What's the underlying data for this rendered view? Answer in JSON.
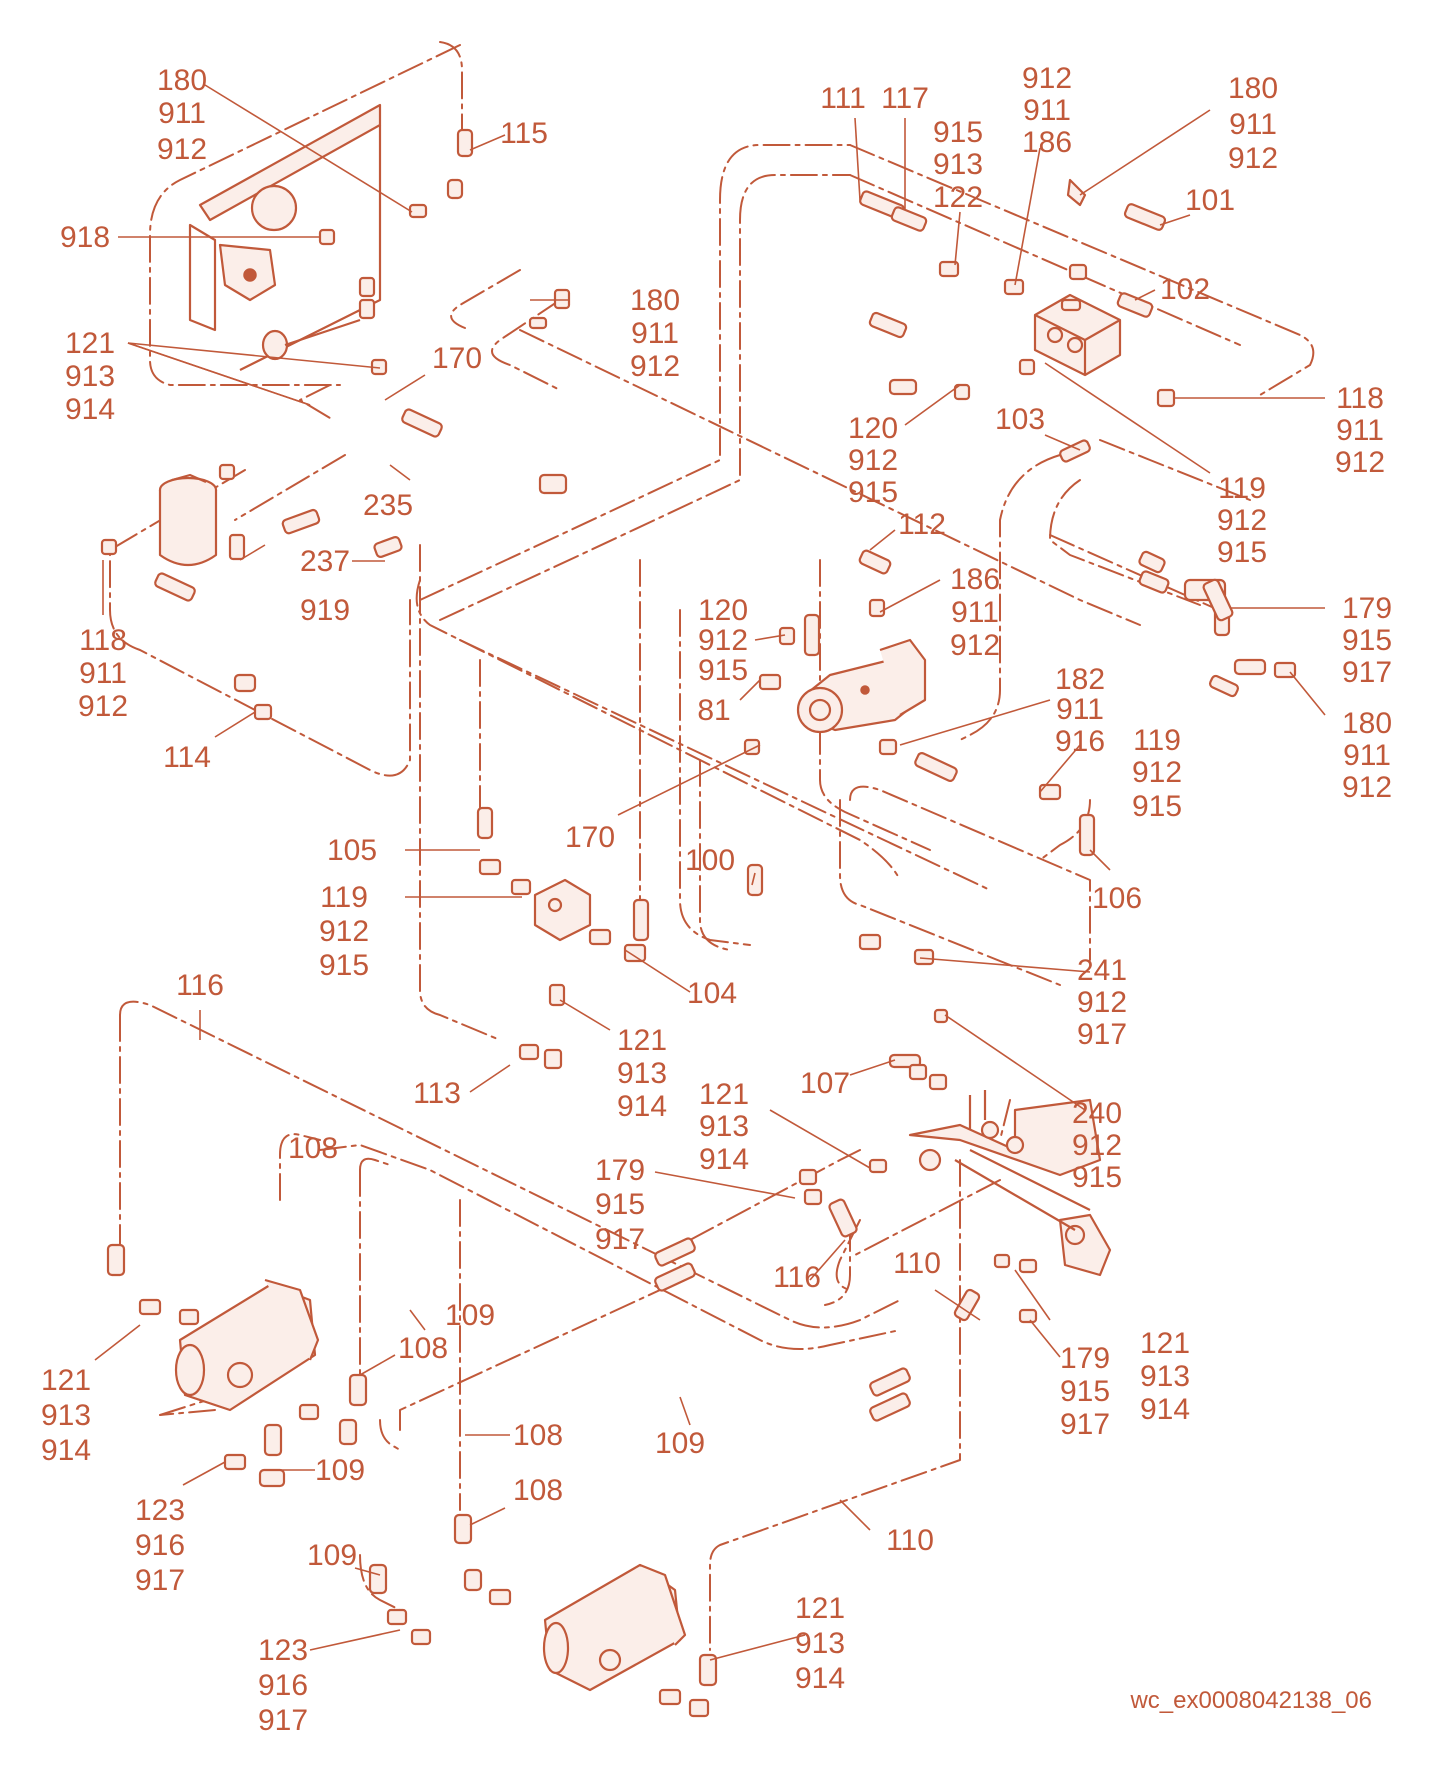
{
  "diagram": {
    "line_color": "#c1593a",
    "background": "#ffffff",
    "caption": "wc_ex0008042138_06",
    "callouts": [
      {
        "id": "c01",
        "lines": [
          "180",
          "911",
          "912"
        ]
      },
      {
        "id": "c02",
        "lines": [
          "115"
        ]
      },
      {
        "id": "c03",
        "lines": [
          "918"
        ]
      },
      {
        "id": "c04",
        "lines": [
          "180",
          "911",
          "912"
        ]
      },
      {
        "id": "c05",
        "lines": [
          "121",
          "913",
          "914"
        ]
      },
      {
        "id": "c06",
        "lines": [
          "170"
        ]
      },
      {
        "id": "c07",
        "lines": [
          "235"
        ]
      },
      {
        "id": "c08",
        "lines": [
          "237"
        ]
      },
      {
        "id": "c09",
        "lines": [
          "919"
        ]
      },
      {
        "id": "c10",
        "lines": [
          "118",
          "911",
          "912"
        ]
      },
      {
        "id": "c11",
        "lines": [
          "114"
        ]
      },
      {
        "id": "c12",
        "lines": [
          "111"
        ]
      },
      {
        "id": "c13",
        "lines": [
          "117"
        ]
      },
      {
        "id": "c14",
        "lines": [
          "915",
          "913",
          "122"
        ]
      },
      {
        "id": "c15",
        "lines": [
          "912",
          "911",
          "186"
        ]
      },
      {
        "id": "c16",
        "lines": [
          "180",
          "911",
          "912"
        ]
      },
      {
        "id": "c17",
        "lines": [
          "101"
        ]
      },
      {
        "id": "c18",
        "lines": [
          "102"
        ]
      },
      {
        "id": "c19",
        "lines": [
          "118",
          "911",
          "912"
        ]
      },
      {
        "id": "c20",
        "lines": [
          "103"
        ]
      },
      {
        "id": "c21",
        "lines": [
          "120",
          "912",
          "915"
        ]
      },
      {
        "id": "c22",
        "lines": [
          "119",
          "912",
          "915"
        ]
      },
      {
        "id": "c23",
        "lines": [
          "112"
        ]
      },
      {
        "id": "c24",
        "lines": [
          "186",
          "911",
          "912"
        ]
      },
      {
        "id": "c25",
        "lines": [
          "120",
          "912",
          "915"
        ]
      },
      {
        "id": "c26",
        "lines": [
          "81"
        ]
      },
      {
        "id": "c27",
        "lines": [
          "179",
          "915",
          "917"
        ]
      },
      {
        "id": "c28",
        "lines": [
          "180",
          "911",
          "912"
        ]
      },
      {
        "id": "c29",
        "lines": [
          "182",
          "911",
          "916"
        ]
      },
      {
        "id": "c30",
        "lines": [
          "119",
          "912",
          "915"
        ]
      },
      {
        "id": "c31",
        "lines": [
          "170"
        ]
      },
      {
        "id": "c32",
        "lines": [
          "100"
        ]
      },
      {
        "id": "c33",
        "lines": [
          "106"
        ]
      },
      {
        "id": "c34",
        "lines": [
          "105"
        ]
      },
      {
        "id": "c35",
        "lines": [
          "119",
          "912",
          "915"
        ]
      },
      {
        "id": "c36",
        "lines": [
          "104"
        ]
      },
      {
        "id": "c37",
        "lines": [
          "241",
          "912",
          "917"
        ]
      },
      {
        "id": "c38",
        "lines": [
          "121",
          "913",
          "914"
        ]
      },
      {
        "id": "c39",
        "lines": [
          "113"
        ]
      },
      {
        "id": "c40",
        "lines": [
          "107"
        ]
      },
      {
        "id": "c41",
        "lines": [
          "240",
          "912",
          "915"
        ]
      },
      {
        "id": "c42",
        "lines": [
          "116"
        ]
      },
      {
        "id": "c43",
        "lines": [
          "121",
          "913",
          "914"
        ]
      },
      {
        "id": "c44",
        "lines": [
          "108"
        ]
      },
      {
        "id": "c45",
        "lines": [
          "179",
          "915",
          "917"
        ]
      },
      {
        "id": "c46",
        "lines": [
          "116"
        ]
      },
      {
        "id": "c47",
        "lines": [
          "110"
        ]
      },
      {
        "id": "c48",
        "lines": [
          "109"
        ]
      },
      {
        "id": "c49",
        "lines": [
          "108"
        ]
      },
      {
        "id": "c50",
        "lines": [
          "121",
          "913",
          "914"
        ]
      },
      {
        "id": "c51",
        "lines": [
          "179",
          "915",
          "917"
        ]
      },
      {
        "id": "c52",
        "lines": [
          "121",
          "913",
          "914"
        ]
      },
      {
        "id": "c53",
        "lines": [
          "109"
        ]
      },
      {
        "id": "c54",
        "lines": [
          "109"
        ]
      },
      {
        "id": "c55",
        "lines": [
          "123",
          "916",
          "917"
        ]
      },
      {
        "id": "c56",
        "lines": [
          "108"
        ]
      },
      {
        "id": "c57",
        "lines": [
          "108"
        ]
      },
      {
        "id": "c58",
        "lines": [
          "110"
        ]
      },
      {
        "id": "c59",
        "lines": [
          "109"
        ]
      },
      {
        "id": "c60",
        "lines": [
          "123",
          "916",
          "917"
        ]
      },
      {
        "id": "c61",
        "lines": [
          "121",
          "913",
          "914"
        ]
      }
    ]
  }
}
